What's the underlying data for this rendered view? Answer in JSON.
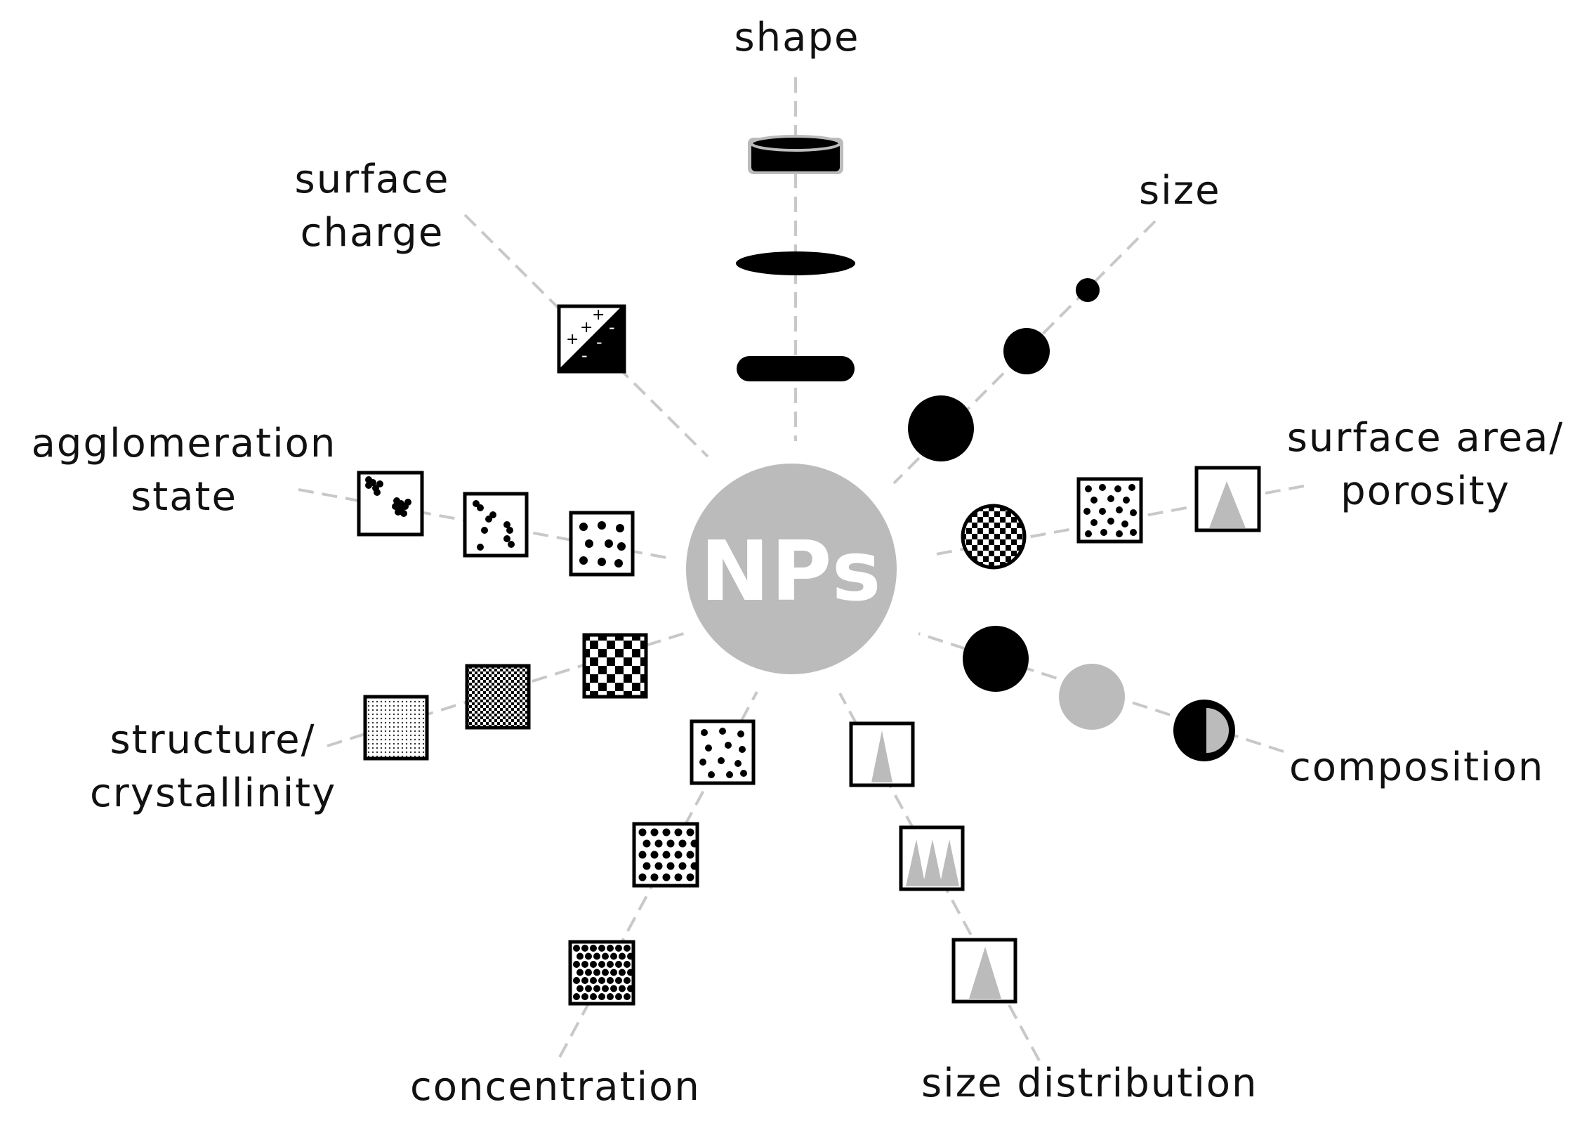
{
  "hub": {
    "label": "NPs",
    "color": "#bbbbbb"
  },
  "colors": {
    "ink": "#000000",
    "gray": "#bbbbbb",
    "dash": "#c8c8c8"
  },
  "properties": [
    {
      "id": "shape",
      "lines": [
        "shape"
      ]
    },
    {
      "id": "size",
      "lines": [
        "size"
      ]
    },
    {
      "id": "surface-area-porosity",
      "lines": [
        "surface area/",
        "porosity"
      ]
    },
    {
      "id": "composition",
      "lines": [
        "composition"
      ]
    },
    {
      "id": "size-distribution",
      "lines": [
        "size distribution"
      ]
    },
    {
      "id": "concentration",
      "lines": [
        "concentration"
      ]
    },
    {
      "id": "structure-crystallinity",
      "lines": [
        "structure/",
        "crystallinity"
      ]
    },
    {
      "id": "agglomeration-state",
      "lines": [
        "agglomeration",
        "state"
      ]
    },
    {
      "id": "surface-charge",
      "lines": [
        "surface",
        "charge"
      ]
    }
  ]
}
